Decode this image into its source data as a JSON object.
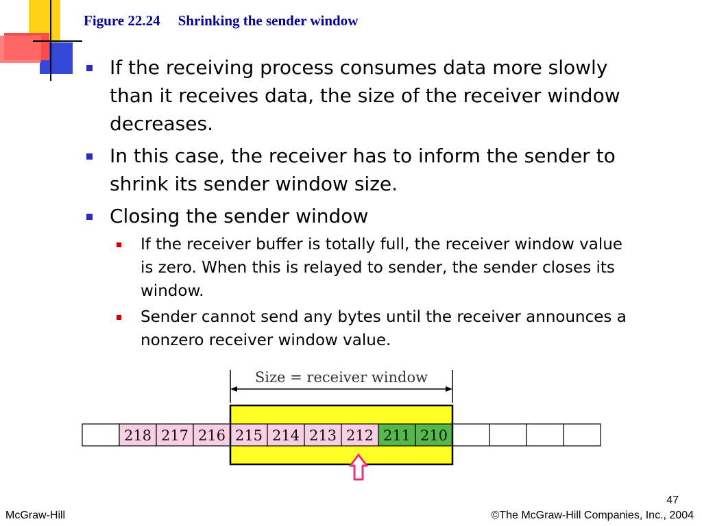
{
  "slide": {
    "figure_label": "Figure 22.24",
    "figure_title": "Shrinking the sender window",
    "bullets": [
      {
        "text": "If the receiving process consumes data more slowly than it receives data, the size of the receiver window decreases.",
        "lines": [
          "If the receiving process consumes data more slowly",
          "than it receives data, the size of the receiver window",
          "decreases."
        ]
      },
      {
        "text": "In this case, the receiver has to inform the sender to shrink its sender window size.",
        "lines": [
          "In this case, the receiver has to inform the sender to",
          "shrink its sender window size."
        ]
      },
      {
        "text": "Closing the sender window",
        "lines": [
          "Closing the sender window"
        ]
      }
    ],
    "sub_bullets": [
      {
        "text": "If the receiver buffer is totally full, the receiver window value is zero. When this is relayed to sender, the sender closes its window.",
        "lines": [
          "If the receiver buffer is totally full, the receiver window value",
          "is zero. When this is relayed to sender, the sender closes its",
          "window."
        ]
      },
      {
        "text": "Sender cannot send any bytes until the receiver announces a nonzero receiver window value.",
        "lines": [
          "Sender cannot send any bytes until the receiver announces a",
          "nonzero receiver window value."
        ]
      }
    ]
  },
  "figure": {
    "size_label": "Size = receiver window",
    "cells": [
      "",
      "218",
      "217",
      "216",
      "215",
      "214",
      "213",
      "212",
      "211",
      "210",
      "",
      "",
      "",
      ""
    ],
    "cell_kinds": [
      "empty",
      "pink",
      "pink",
      "pink",
      "pink",
      "pink",
      "pink",
      "pink",
      "green",
      "green",
      "empty",
      "empty",
      "empty",
      "empty"
    ],
    "colors": {
      "pink": "#f9cfe6",
      "green": "#55b84a",
      "window": "#ffff26",
      "arrow": "#e8307a",
      "empty": "#ffffff"
    }
  },
  "footer": {
    "publisher": "McGraw-Hill",
    "copyright": "©The McGraw-Hill Companies, Inc., 2004",
    "page_number": "47"
  },
  "theme": {
    "title_color": "#000099",
    "bullet_l1_color": "#2b2bbf",
    "bullet_l2_color": "#cc0000"
  }
}
